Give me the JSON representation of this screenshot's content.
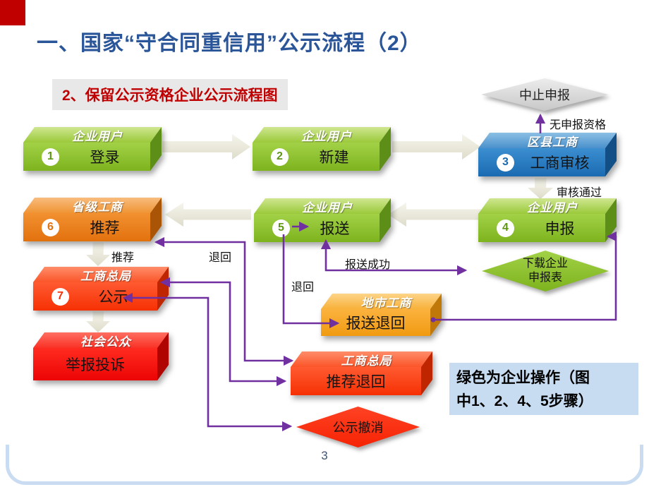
{
  "slide": {
    "title": "一、国家“守合同重信用”公示流程（2）",
    "section_label": "2、保留公示资格企业公示流程图",
    "page_number": "3",
    "note_line1": "绿色为企业操作（图",
    "note_line2": "中1、2、4、5步骤）"
  },
  "nodes": {
    "login": {
      "header": "企业用户",
      "num": "1",
      "label": "登录"
    },
    "create": {
      "header": "企业用户",
      "num": "2",
      "label": "新建"
    },
    "review": {
      "header": "区县工商",
      "num": "3",
      "label": "工商审核"
    },
    "apply": {
      "header": "企业用户",
      "num": "4",
      "label": "申报"
    },
    "submit": {
      "header": "企业用户",
      "num": "5",
      "label": "报送"
    },
    "recommend": {
      "header": "省级工商",
      "num": "6",
      "label": "推荐"
    },
    "publicize": {
      "header": "工商总局",
      "num": "7",
      "label": "公示"
    },
    "public": {
      "header": "社会公众",
      "label": "举报投诉"
    },
    "city_return": {
      "header": "地市工商",
      "label": "报送退回"
    },
    "recommend_return": {
      "header": "工商总局",
      "label": "推荐退回"
    }
  },
  "diamonds": {
    "stop": {
      "label": "中止申报"
    },
    "download": {
      "line1": "下载企业",
      "line2": "申报表"
    },
    "revoke": {
      "label": "公示撤消"
    }
  },
  "edge_labels": {
    "no_qualification": "无申报资格",
    "approved": "审核通过",
    "recommend": "推荐",
    "return_left": "退回",
    "return_mid": "退回",
    "submit_success": "报送成功"
  },
  "colors": {
    "connector_purple": "#7030A0",
    "title_blue": "#2a5699",
    "section_red": "#c00000",
    "note_bg": "#c7dbf1"
  }
}
